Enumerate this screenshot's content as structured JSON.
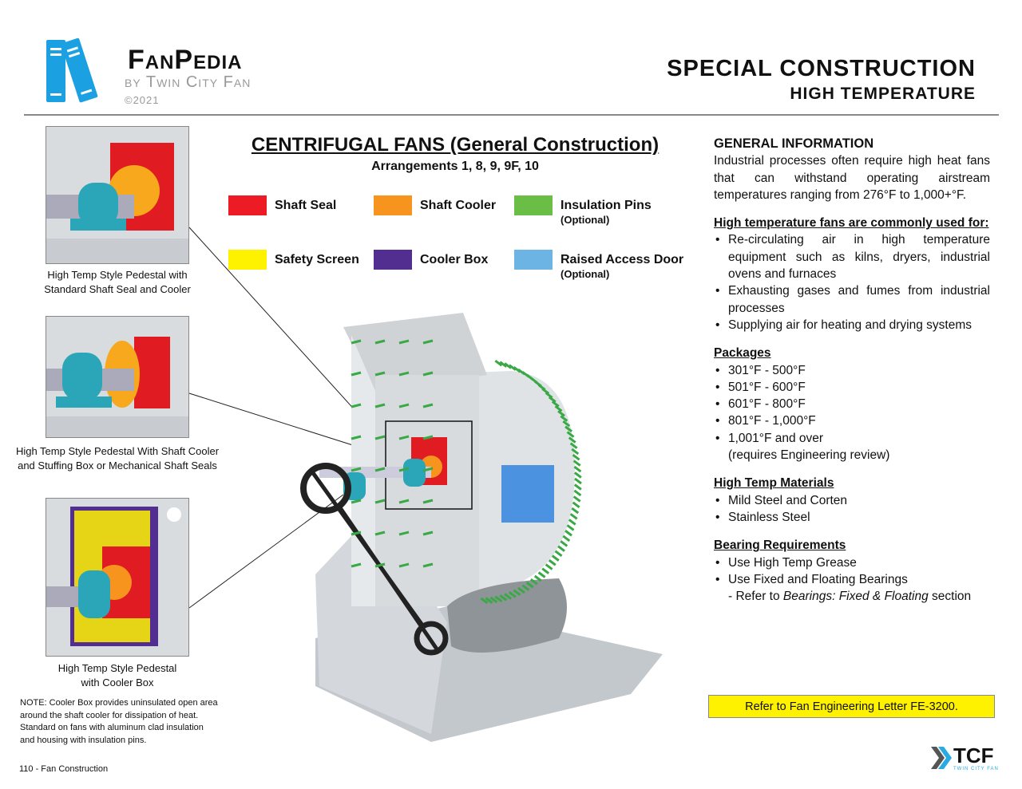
{
  "header": {
    "brand": "FanPedia",
    "byline": "by Twin City Fan",
    "copyright": "©2021",
    "title": "SPECIAL CONSTRUCTION",
    "subtitle": "HIGH TEMPERATURE"
  },
  "thumbnails": [
    {
      "caption": [
        "High Temp Style Pedestal with",
        "Standard Shaft Seal and Cooler"
      ]
    },
    {
      "caption": [
        "High Temp Style Pedestal With Shaft Cooler",
        "and Stuffing Box or Mechanical Shaft Seals"
      ]
    },
    {
      "caption": [
        "High Temp Style Pedestal",
        "with Cooler Box"
      ]
    }
  ],
  "note": "NOTE: Cooler Box provides uninsulated open area around the shaft cooler for dissipation of heat. Standard on fans with aluminum clad insulation and housing with insulation pins.",
  "footer": "110 - Fan Construction",
  "center": {
    "title": "CENTRIFUGAL FANS (General Construction)",
    "subtitle": "Arrangements 1, 8, 9, 9F, 10"
  },
  "legend": [
    {
      "label": "Shaft Seal",
      "color": "#ed1c24"
    },
    {
      "label": "Shaft Cooler",
      "color": "#f7941d"
    },
    {
      "label": "Insulation Pins",
      "note": "(Optional)",
      "color": "#6abd45"
    },
    {
      "label": "Safety Screen",
      "color": "#fff200"
    },
    {
      "label": "Cooler Box",
      "color": "#522e91"
    },
    {
      "label": "Raised Access Door",
      "note": "(Optional)",
      "color": "#6cb4e4"
    }
  ],
  "info": {
    "general_title": "GENERAL INFORMATION",
    "general_text": "Industrial processes often require high heat fans that can withstand operating airstream temperatures ranging from 276°F to 1,000+°F.",
    "uses_title": "High temperature fans are commonly used for:",
    "uses": [
      "Re-circulating air in high temperature equipment such as kilns, dryers, industrial ovens and furnaces",
      "Exhausting gases and fumes from industrial processes",
      "Supplying air for heating and drying systems"
    ],
    "packages_title": "Packages",
    "packages": [
      "301°F - 500°F",
      "501°F - 600°F",
      "601°F - 800°F",
      "801°F - 1,000°F",
      "1,001°F and over"
    ],
    "packages_note": "(requires Engineering review)",
    "materials_title": "High Temp Materials",
    "materials": [
      "Mild Steel and Corten",
      "Stainless Steel"
    ],
    "bearing_title": "Bearing Requirements",
    "bearings": [
      "Use High Temp Grease",
      "Use Fixed and Floating Bearings"
    ],
    "bearing_ref_pre": "- Refer to ",
    "bearing_ref_em": "Bearings: Fixed & Floating",
    "bearing_ref_post": " section"
  },
  "reference": "Refer to Fan Engineering Letter FE-3200.",
  "tcf_logo": {
    "mark": "TCF",
    "name": "Twin City Fan"
  },
  "colors": {
    "logo_blue": "#1ba1e2",
    "tcf_blue": "#29abe2"
  }
}
